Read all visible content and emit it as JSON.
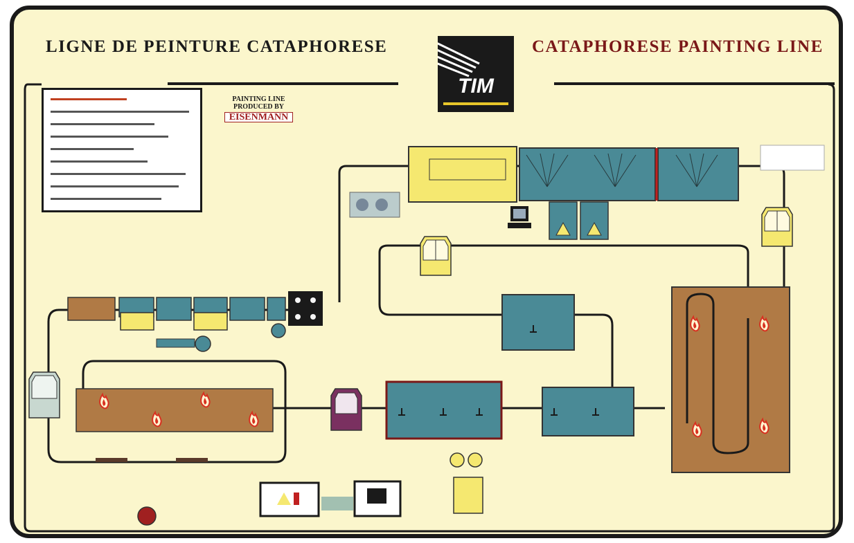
{
  "header": {
    "title_fr": "LIGNE DE PEINTURE CATAPHORESE",
    "title_en": "CATAPHORESE PAINTING LINE"
  },
  "logo": {
    "text": "TIM"
  },
  "producer": {
    "line1": "PAINTING LINE",
    "line2": "PRODUCED BY",
    "name": "EISENMANN"
  },
  "colors": {
    "board": "#fbf6cc",
    "frame": "#1a1a1a",
    "title_en": "#7a1818",
    "tank_blue": "#4a8a96",
    "tank_yellow": "#f5e870",
    "oven_brown": "#b07a45",
    "flame_red": "#d83020"
  },
  "icons": [
    "flame-icon",
    "cab-icon",
    "computer-icon",
    "warning-icon",
    "tim-logo"
  ]
}
